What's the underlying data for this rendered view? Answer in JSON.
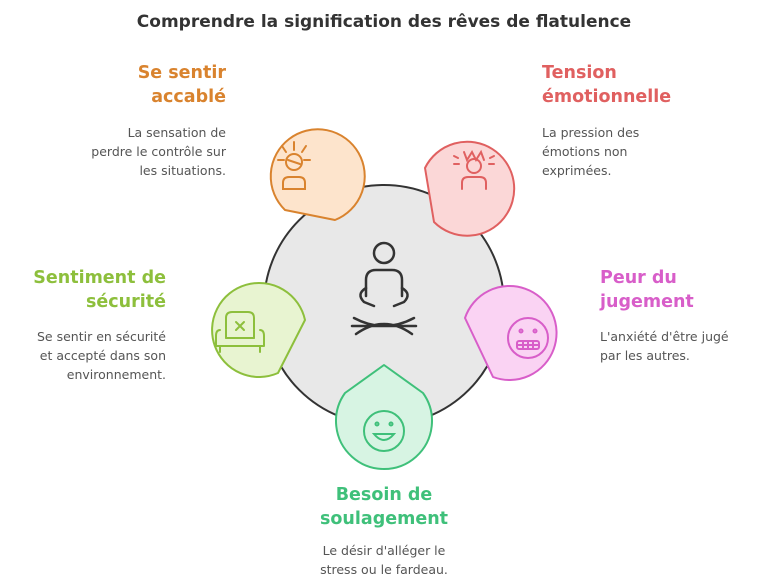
{
  "title": "Comprendre la signification des rêves de flatulence",
  "nodes": [
    {
      "key": "overwhelmed",
      "heading": [
        "Se sentir",
        "accablé"
      ],
      "description": [
        "La sensation de",
        "perdre le contrôle sur",
        "les situations."
      ],
      "color": "#d9832e",
      "fill": "#fde4cc",
      "icon": "stressed-person-icon"
    },
    {
      "key": "tension",
      "heading": [
        "Tension",
        "émotionnelle"
      ],
      "description": [
        "La pression des",
        "émotions non",
        "exprimées."
      ],
      "color": "#e06060",
      "fill": "#fbd7d7",
      "icon": "tense-person-icon"
    },
    {
      "key": "security",
      "heading": [
        "Sentiment de",
        "sécurité"
      ],
      "description": [
        "Se sentir en sécurité",
        "et accepté dans son",
        "environnement."
      ],
      "color": "#8dbf3c",
      "fill": "#e8f4d1",
      "icon": "armchair-icon"
    },
    {
      "key": "judgment",
      "heading": [
        "Peur du",
        "jugement"
      ],
      "description": [
        "L'anxiété d'être jugé",
        "par les autres."
      ],
      "color": "#d85ec9",
      "fill": "#fad3f3",
      "icon": "grimace-face-icon"
    },
    {
      "key": "relief",
      "heading": [
        "Besoin de",
        "soulagement"
      ],
      "description": [
        "Le désir d'alléger le",
        "stress ou le fardeau."
      ],
      "color": "#3fc07a",
      "fill": "#d7f4e3",
      "icon": "smiling-face-icon"
    }
  ],
  "center": {
    "icon": "meditating-person-icon",
    "fill": "#e8e8e8",
    "stroke": "#333333"
  }
}
